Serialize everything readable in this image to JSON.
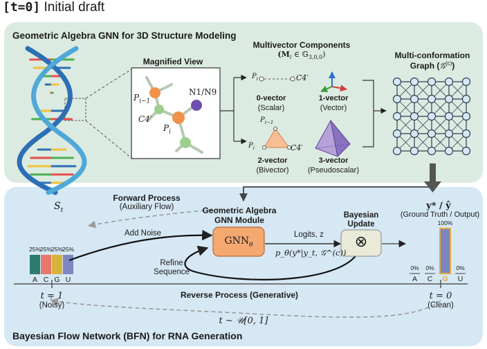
{
  "header": {
    "step_tag": "[t=0]",
    "title": "Initial draft"
  },
  "top": {
    "title": "Geometric Algebra GNN for 3D Structure Modeling",
    "magnified": {
      "title": "Magnified View",
      "labels": {
        "p_prev": "P",
        "p_prev_sub": "i−1",
        "c4": "C4′",
        "p_i": "P",
        "p_i_sub": "i",
        "n": "N1/N9"
      }
    },
    "multivector": {
      "title": "Multivector Components",
      "subtitle_pre": "(M",
      "subtitle_sub": "i",
      "subtitle_mid": " ∈ 𝔾",
      "subtitle_alg": "3,0,0",
      "subtitle_post": ")",
      "v0": {
        "name": "0-vector",
        "desc": "(Scalar)",
        "p": "P",
        "p_sub": "i",
        "c4": "C4′"
      },
      "v1": {
        "name": "1-vector",
        "desc": "(Vector)"
      },
      "v2": {
        "name": "2-vector",
        "desc": "(Bivector)",
        "p_top": "P",
        "p_top_sub": "i−1",
        "p": "P",
        "p_sub": "i",
        "c4": "C4′"
      },
      "v3": {
        "name": "3-vector",
        "desc": "(Pseudoscalar)"
      }
    },
    "graph": {
      "line1": "Multi-conformation",
      "line2_pre": "Graph (",
      "line2_sym": "𝒢",
      "line2_sup": "(c)",
      "line2_post": ")"
    }
  },
  "bottom": {
    "title": "Bayesian Flow Network (BFN) for RNA Generation",
    "s_t": "S",
    "s_t_sub": "t",
    "forward": {
      "title": "Forward Process",
      "desc": "(Auxiliary Flow)"
    },
    "add_noise": "Add Noise",
    "refine": {
      "line1": "Refine",
      "line2": "Sequence"
    },
    "ga_module": {
      "line1": "Geometric Algebra",
      "line2": "GNN Module",
      "box": "GNN",
      "box_sub": "θ"
    },
    "logits": "Logits, z",
    "update": {
      "line1": "Bayesian",
      "line2": "Update",
      "symbol": "⊗"
    },
    "prob_formula": "p_θ(y*|y_t, 𝒢^(c))",
    "output": {
      "title": "y* / ŷ",
      "desc": "(Ground Truth / Output)"
    },
    "reverse": "Reverse Process (Generative)",
    "t1": {
      "label": "t = 1",
      "desc": "(Noisy)"
    },
    "t0": {
      "label": "t = 0",
      "desc": "(Clean)"
    },
    "t_sample": "t ∼ 𝒰[0, 1]"
  },
  "noisy_dist": {
    "categories": [
      "A",
      "C",
      "G",
      "U"
    ],
    "values": [
      25,
      25,
      25,
      25
    ],
    "value_labels": [
      "25%",
      "25%",
      "25%",
      "25%"
    ],
    "colors": [
      "#2d7a6e",
      "#e8776b",
      "#d8b33c",
      "#7c86c0"
    ]
  },
  "clean_dist": {
    "categories": [
      "A",
      "C",
      "G",
      "U"
    ],
    "values": [
      0,
      0,
      100,
      0
    ],
    "value_labels": [
      "0%",
      "0%",
      "100%",
      "0%"
    ],
    "bar_color": "#7c86c0",
    "highlight": "#e0a93a"
  },
  "colors": {
    "orange_node": "#f1924a",
    "green_node": "#9ccf8e",
    "purple_node": "#6d4fb0",
    "gnn_box": "#f5a870"
  }
}
